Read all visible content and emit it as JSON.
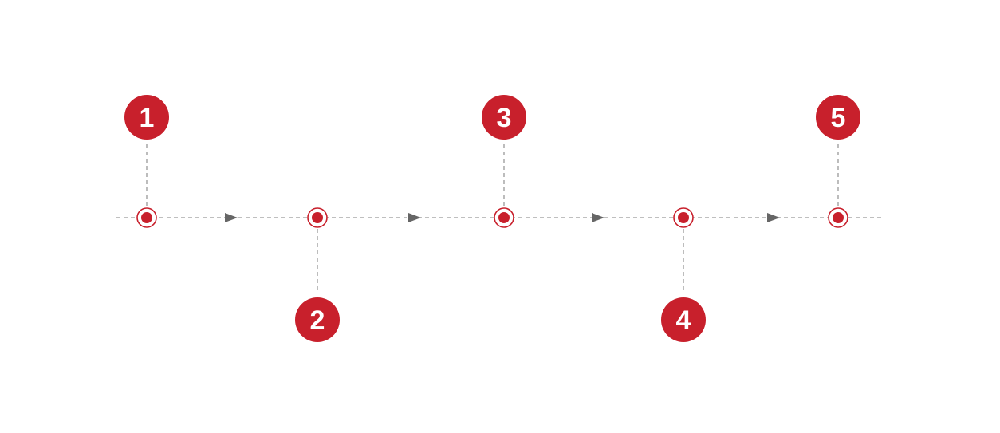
{
  "diagram": {
    "colors": {
      "accent": "#c8202c",
      "line": "#999999",
      "arrow": "#666666",
      "text": "#ffffff",
      "background": "#ffffff"
    },
    "steps": [
      {
        "label": "1",
        "side": "above"
      },
      {
        "label": "2",
        "side": "below"
      },
      {
        "label": "3",
        "side": "above"
      },
      {
        "label": "4",
        "side": "below"
      },
      {
        "label": "5",
        "side": "above"
      }
    ],
    "arrow_count": 4
  }
}
